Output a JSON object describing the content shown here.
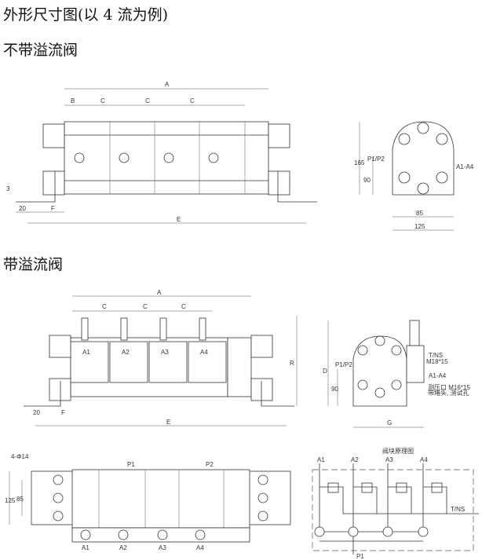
{
  "title": "外形尺寸图(以 4 流为例)",
  "sections": [
    {
      "heading": "不带溢流阀",
      "front": {
        "dims": [
          "A",
          "B",
          "C",
          "C",
          "C",
          "E",
          "F",
          "20",
          "3"
        ]
      },
      "side": {
        "dims": [
          "P1/P2",
          "165",
          "90",
          "A1-A4",
          "85",
          "125"
        ]
      }
    },
    {
      "heading": "带溢流阀",
      "front": {
        "dims": [
          "A",
          "C",
          "C",
          "C",
          "R",
          "20",
          "F",
          "E"
        ],
        "ports": [
          "A1",
          "A2",
          "A3",
          "A4"
        ]
      },
      "side": {
        "dims": [
          "D",
          "P1/P2",
          "90",
          "T/NS",
          "M18*15",
          "A1-A4",
          "测压口 M16*15",
          "带堵头, 测试孔",
          "G"
        ]
      },
      "top": {
        "dims": [
          "4-Φ14",
          "125",
          "85",
          "P1",
          "P2"
        ],
        "ports": [
          "A1",
          "A2",
          "A3",
          "A4"
        ]
      },
      "schematic": {
        "title": "阀块原理图",
        "ports": [
          "A1",
          "A2",
          "A3",
          "A4"
        ],
        "tank": "T/NS",
        "inlet": "P1"
      }
    }
  ]
}
